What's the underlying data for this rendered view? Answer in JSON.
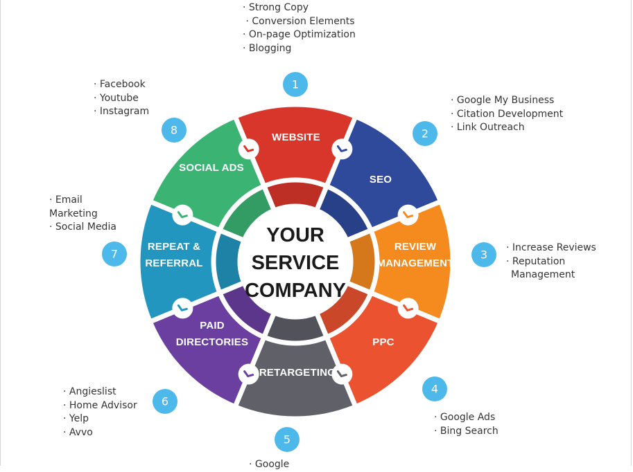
{
  "center": {
    "lines": [
      "YOUR",
      "SERVICE",
      "COMPANY"
    ]
  },
  "colors": {
    "website": "#d9362b",
    "seo": "#2f4a9b",
    "review": "#f58a1f",
    "ppc": "#ea5230",
    "retargeting": "#5f6068",
    "directories": "#6a3fa0",
    "referral": "#2396bf",
    "social": "#3bb373",
    "badge": "#4db8ea"
  },
  "segments": [
    {
      "number": "1",
      "label_lines": [
        "WEBSITE"
      ],
      "items": [
        "Strong Copy",
        "Conversion Elements",
        "On-page Optimization",
        "Blogging"
      ]
    },
    {
      "number": "2",
      "label_lines": [
        "SEO"
      ],
      "items": [
        "Google My Business",
        "Citation Development",
        "Link Outreach"
      ]
    },
    {
      "number": "3",
      "label_lines": [
        "REVIEW",
        "MANAGEMENT"
      ],
      "items": [
        "Increase Reviews",
        "Reputation Management"
      ]
    },
    {
      "number": "4",
      "label_lines": [
        "PPC"
      ],
      "items": [
        "Google Ads",
        "Bing Search"
      ]
    },
    {
      "number": "5",
      "label_lines": [
        "RETARGETING"
      ],
      "items": [
        "Google"
      ]
    },
    {
      "number": "6",
      "label_lines": [
        "PAID",
        "DIRECTORIES"
      ],
      "items": [
        "Angieslist",
        "Home Advisor",
        "Yelp",
        "Avvo"
      ]
    },
    {
      "number": "7",
      "label_lines": [
        "REPEAT &",
        "REFERRAL"
      ],
      "items": [
        "Email Marketing",
        "Social Media"
      ]
    },
    {
      "number": "8",
      "label_lines": [
        "SOCIAL ADS"
      ],
      "items": [
        "Facebook",
        "Youtube",
        "Instagram"
      ]
    }
  ]
}
